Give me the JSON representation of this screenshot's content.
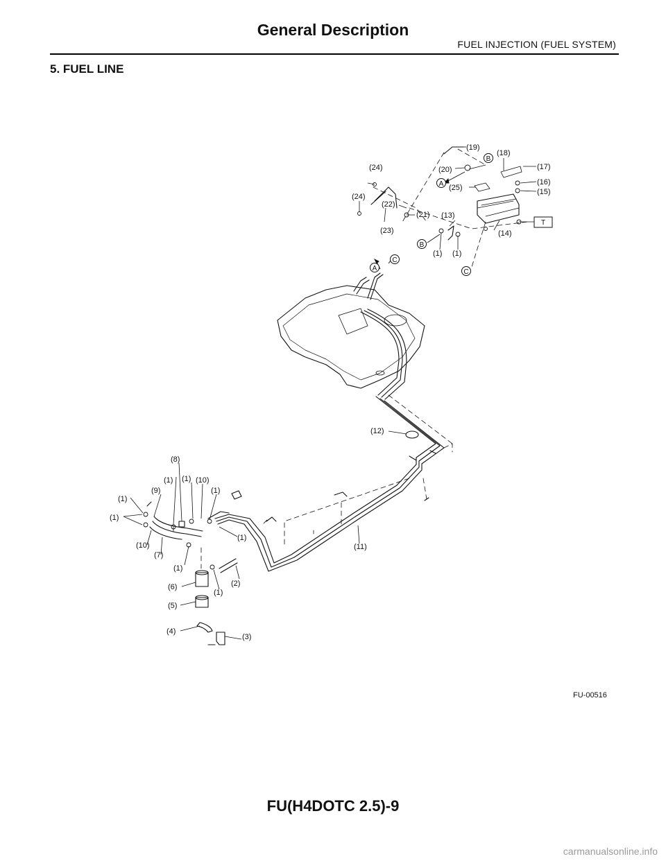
{
  "header": {
    "title": "General Description",
    "section": "FUEL INJECTION (FUEL SYSTEM)"
  },
  "section_heading": "5.  FUEL LINE",
  "figure": {
    "id": "FU-00516",
    "callouts": {
      "c1a": "(1)",
      "c1b": "(1)",
      "c1c": "(1)",
      "c1d": "(1)",
      "c1e": "(1)",
      "c1f": "(1)",
      "c1g": "(1)",
      "c1h": "(1)",
      "c1i": "(1)",
      "c1j": "(1)",
      "c2": "(2)",
      "c3": "(3)",
      "c4": "(4)",
      "c5": "(5)",
      "c6": "(6)",
      "c7": "(7)",
      "c8": "(8)",
      "c9": "(9)",
      "c10a": "(10)",
      "c10b": "(10)",
      "c11": "(11)",
      "c12": "(12)",
      "c13": "(13)",
      "c14": "(14)",
      "c15": "(15)",
      "c16": "(16)",
      "c17": "(17)",
      "c18": "(18)",
      "c19": "(19)",
      "c20": "(20)",
      "c21": "(21)",
      "c22": "(22)",
      "c23": "(23)",
      "c24a": "(24)",
      "c24b": "(24)",
      "c25": "(25)"
    },
    "ref_letters": {
      "a1": "A",
      "a2": "A",
      "b1": "B",
      "b2": "B",
      "c1": "C",
      "c2": "C",
      "t": "T"
    }
  },
  "footer": {
    "code": "FU(H4DOTC 2.5)-9",
    "watermark": "carmanualsonline.info"
  }
}
